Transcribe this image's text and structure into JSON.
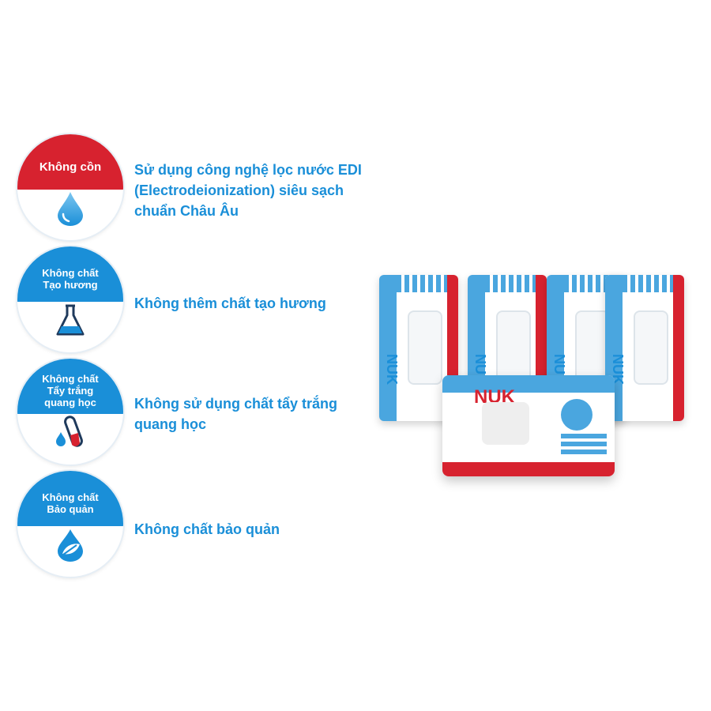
{
  "features": [
    {
      "badge_lines": [
        "Không cồn"
      ],
      "badge_color": "#d7222f",
      "icon": "water-drop-icon",
      "description": [
        "Sử dụng công nghệ lọc nước EDI",
        "(Electrodeionization) siêu sạch",
        "chuẩn Châu Âu"
      ]
    },
    {
      "badge_lines": [
        "Không chất",
        "Tạo hương"
      ],
      "badge_color": "#1a8fd8",
      "icon": "flask-icon",
      "description": [
        "Không thêm chất tạo hương"
      ]
    },
    {
      "badge_lines": [
        "Không chất",
        "Tẩy trắng",
        "quang học"
      ],
      "badge_color": "#1a8fd8",
      "icon": "test-tube-icon",
      "description": [
        "Không sử dụng chất tẩy trắng",
        "quang học"
      ]
    },
    {
      "badge_lines": [
        "Không chất",
        "Bảo quản"
      ],
      "badge_color": "#1a8fd8",
      "icon": "leaf-drop-icon",
      "description": [
        "Không chất bảo quản"
      ]
    }
  ],
  "product": {
    "brand": "NUK"
  }
}
